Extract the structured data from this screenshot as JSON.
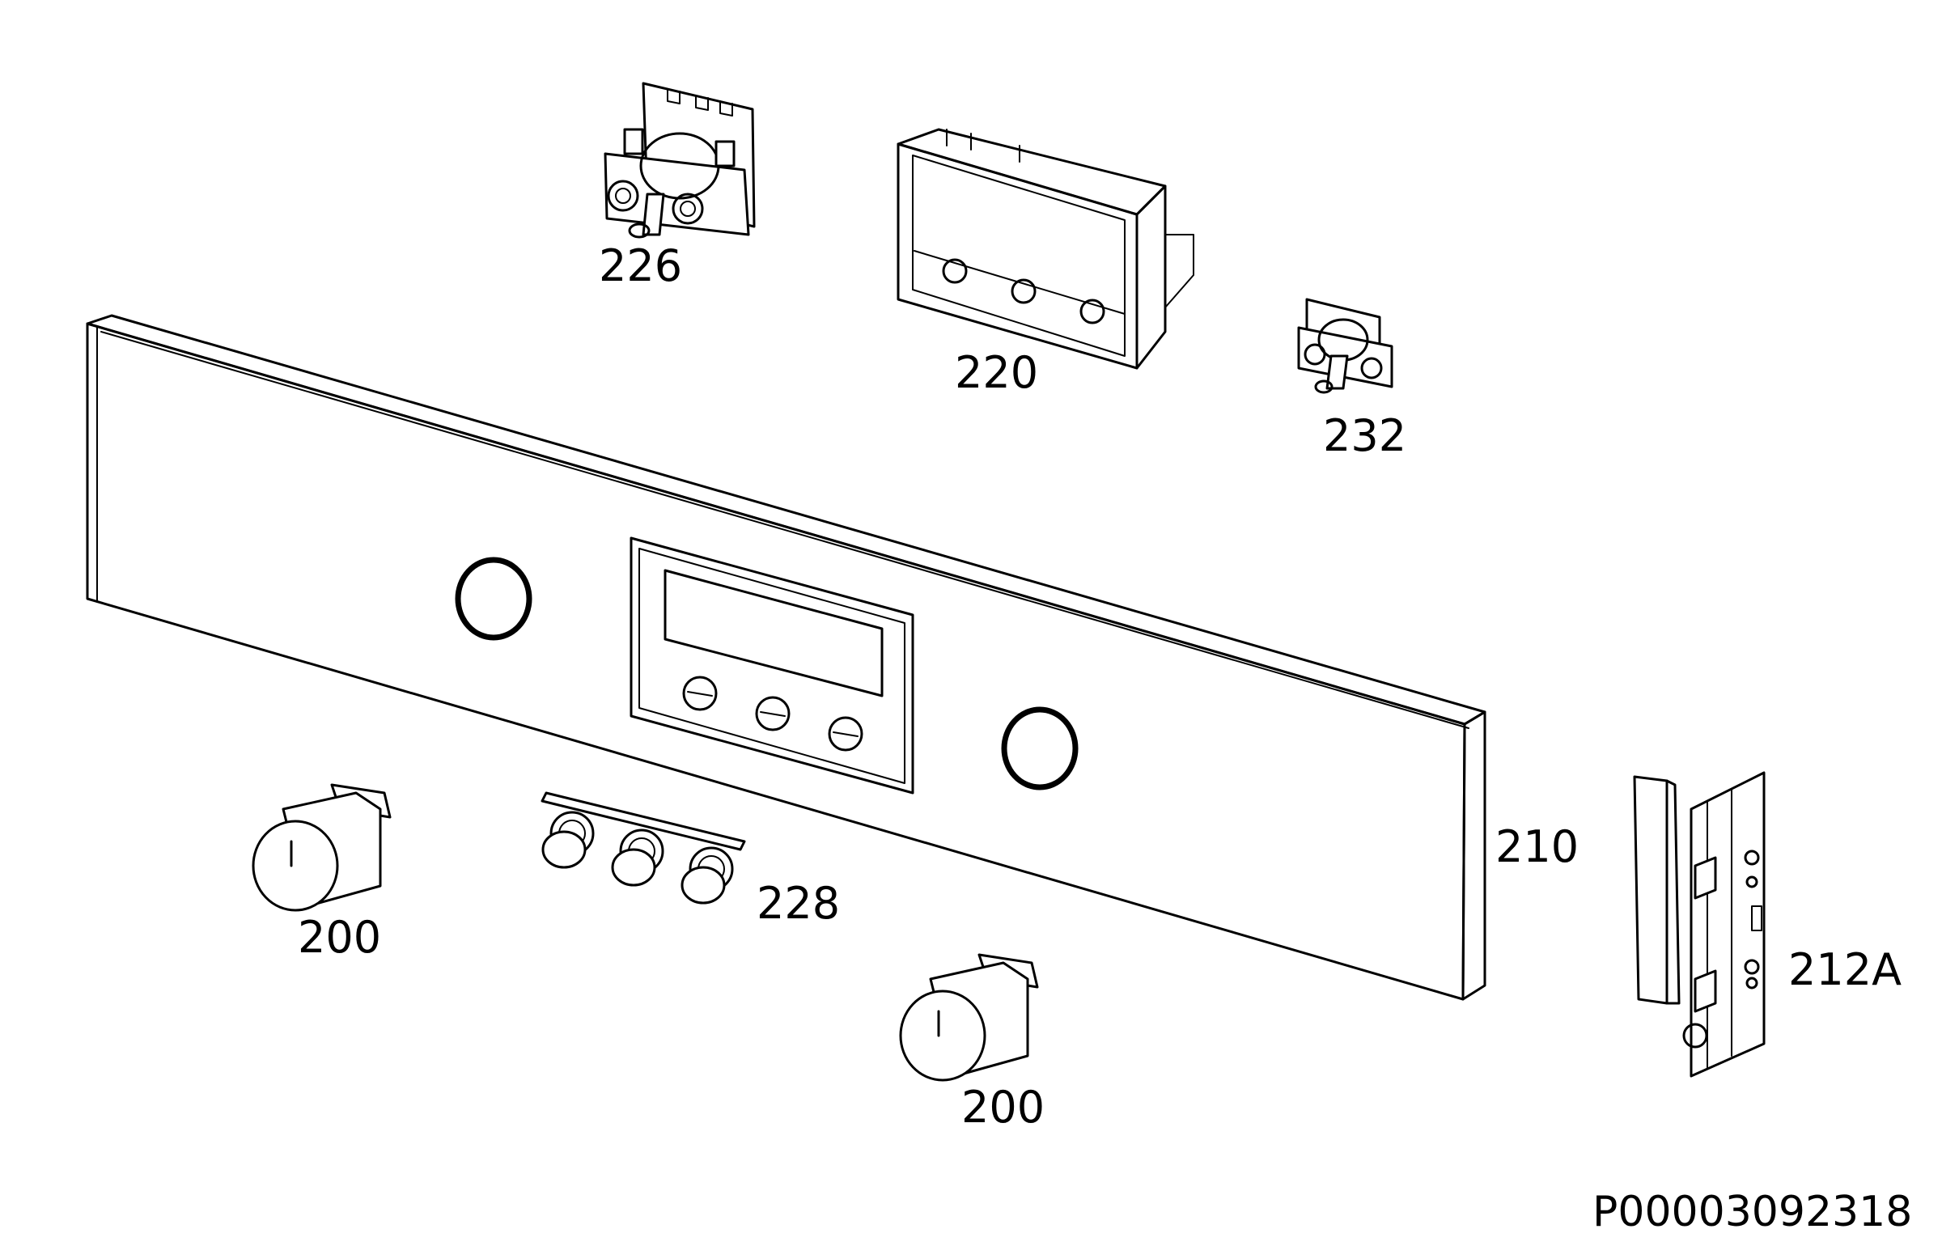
{
  "parts": [
    {
      "id": "226",
      "label": "226"
    },
    {
      "id": "220",
      "label": "220"
    },
    {
      "id": "232",
      "label": "232"
    },
    {
      "id": "210",
      "label": "210"
    },
    {
      "id": "212A",
      "label": "212A"
    },
    {
      "id": "228",
      "label": "228"
    },
    {
      "id": "200a",
      "label": "200"
    },
    {
      "id": "200b",
      "label": "200"
    }
  ],
  "document_id": "P00003092318"
}
